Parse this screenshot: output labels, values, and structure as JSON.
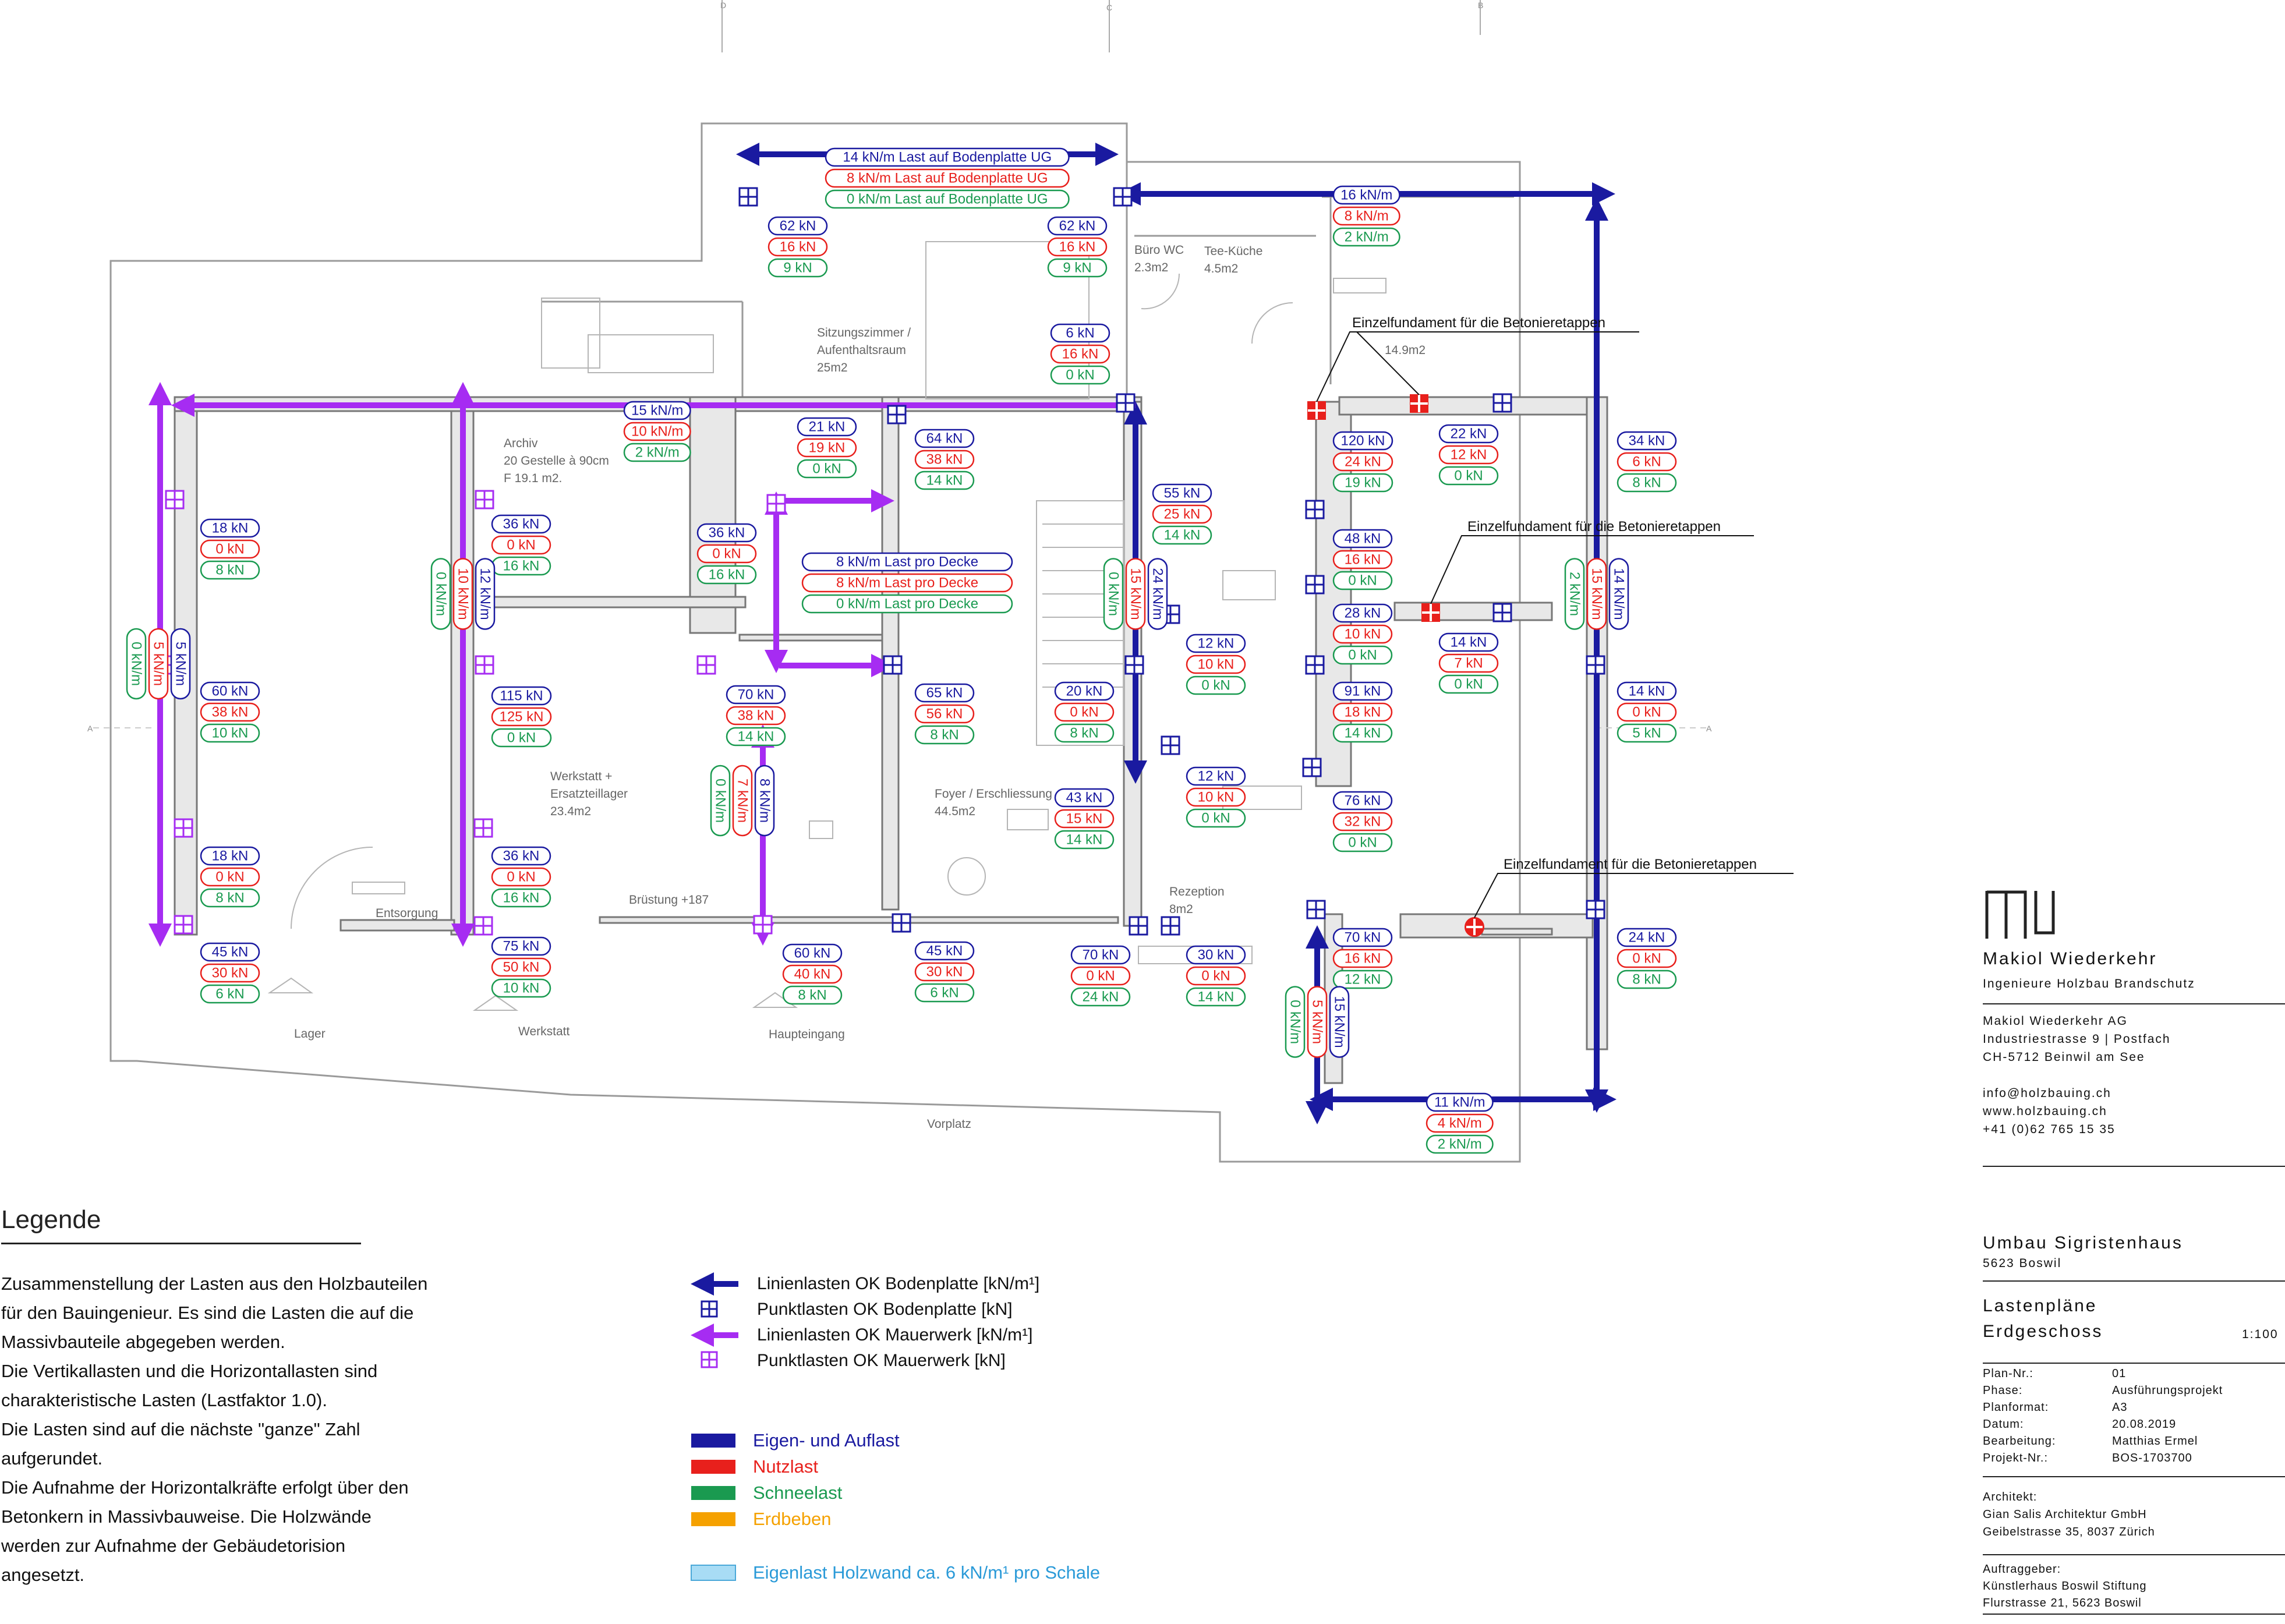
{
  "colors": {
    "dead": "#1a1aa0",
    "live": "#e8201c",
    "snow": "#1a9a50",
    "quake": "#f5a100",
    "masonry": "#a62cf2",
    "wood": "#a8dcf5"
  },
  "dims": {
    "A_left": "A",
    "A_right": "A",
    "B": "B",
    "C": "C",
    "D": "D"
  },
  "rooms": [
    {
      "id": "sitzung",
      "lines": [
        "Sitzungszimmer /",
        "Aufenthaltsraum",
        "25m2"
      ]
    },
    {
      "id": "archiv",
      "lines": [
        "Archiv",
        "20 Gestelle à 90cm",
        "F 19.1 m2."
      ]
    },
    {
      "id": "werkstatt-room",
      "lines": [
        "Werkstatt +",
        "Ersatzteillager",
        "23.4m2"
      ]
    },
    {
      "id": "foyer",
      "lines": [
        "Foyer / Erschliessung",
        "44.5m2"
      ]
    },
    {
      "id": "buero",
      "lines": [
        "Büro WC",
        "2.3m2"
      ]
    },
    {
      "id": "teekueche",
      "lines": [
        "Tee-Küche",
        "4.5m2"
      ]
    },
    {
      "id": "raum",
      "lines": [
        "14.9m2"
      ]
    },
    {
      "id": "rezeption",
      "lines": [
        "Rezeption",
        "8m2"
      ]
    },
    {
      "id": "entsorgung",
      "lines": [
        "Entsorgung"
      ]
    },
    {
      "id": "bruestung",
      "lines": [
        "Brüstung +187"
      ]
    },
    {
      "id": "lager",
      "lines": [
        "Lager"
      ]
    },
    {
      "id": "werkstatt",
      "lines": [
        "Werkstatt"
      ]
    },
    {
      "id": "haupteingang",
      "lines": [
        "Haupteingang"
      ]
    },
    {
      "id": "vorplatz",
      "lines": [
        "Vorplatz"
      ]
    }
  ],
  "label_sets": [
    {
      "id": "bp-ug",
      "wide": true,
      "values": [
        "14 kN/m Last auf Bodenplatte UG",
        "8 kN/m Last auf Bodenplatte UG",
        "0 kN/m Last auf Bodenplatte UG"
      ]
    },
    {
      "id": "decke",
      "wide": true,
      "values": [
        "8 kN/m Last pro Decke",
        "8 kN/m Last pro Decke",
        "0 kN/m Last pro Decke"
      ]
    },
    {
      "id": "p-62a",
      "values": [
        "62 kN",
        "16 kN",
        "9 kN"
      ]
    },
    {
      "id": "p-62b",
      "values": [
        "62 kN",
        "16 kN",
        "9 kN"
      ]
    },
    {
      "id": "l-16",
      "values": [
        "16 kN/m",
        "8 kN/m",
        "2 kN/m"
      ]
    },
    {
      "id": "p-6",
      "values": [
        "6 kN",
        "16 kN",
        "0 kN"
      ]
    },
    {
      "id": "l-15",
      "values": [
        "15 kN/m",
        "10 kN/m",
        "2 kN/m"
      ]
    },
    {
      "id": "p-21",
      "values": [
        "21 kN",
        "19 kN",
        "0 kN"
      ]
    },
    {
      "id": "p-64",
      "values": [
        "64 kN",
        "38 kN",
        "14 kN"
      ]
    },
    {
      "id": "p-120",
      "values": [
        "120 kN",
        "24 kN",
        "19 kN"
      ]
    },
    {
      "id": "p-22",
      "values": [
        "22 kN",
        "12 kN",
        "0 kN"
      ]
    },
    {
      "id": "p-34",
      "values": [
        "34 kN",
        "6 kN",
        "8 kN"
      ]
    },
    {
      "id": "p-18a",
      "values": [
        "18 kN",
        "0 kN",
        "8 kN"
      ]
    },
    {
      "id": "p-36a",
      "values": [
        "36 kN",
        "0 kN",
        "16 kN"
      ]
    },
    {
      "id": "p-36b",
      "values": [
        "36 kN",
        "0 kN",
        "16 kN"
      ]
    },
    {
      "id": "p-55",
      "values": [
        "55 kN",
        "25 kN",
        "14 kN"
      ]
    },
    {
      "id": "p-48",
      "values": [
        "48 kN",
        "16 kN",
        "0 kN"
      ]
    },
    {
      "id": "p-28",
      "values": [
        "28 kN",
        "10 kN",
        "0 kN"
      ]
    },
    {
      "id": "p-14a",
      "values": [
        "14 kN",
        "7 kN",
        "0 kN"
      ]
    },
    {
      "id": "p-12a",
      "values": [
        "12 kN",
        "10 kN",
        "0 kN"
      ]
    },
    {
      "id": "p-60a",
      "values": [
        "60 kN",
        "38 kN",
        "10 kN"
      ]
    },
    {
      "id": "p-115",
      "values": [
        "115 kN",
        "125 kN",
        "0 kN"
      ]
    },
    {
      "id": "p-70a",
      "values": [
        "70 kN",
        "38 kN",
        "14 kN"
      ]
    },
    {
      "id": "p-65",
      "values": [
        "65 kN",
        "56 kN",
        "8 kN"
      ]
    },
    {
      "id": "p-20",
      "values": [
        "20 kN",
        "0 kN",
        "8 kN"
      ]
    },
    {
      "id": "p-91",
      "values": [
        "91 kN",
        "18 kN",
        "14 kN"
      ]
    },
    {
      "id": "p-14b",
      "values": [
        "14 kN",
        "0 kN",
        "5 kN"
      ]
    },
    {
      "id": "p-12b",
      "values": [
        "12 kN",
        "10 kN",
        "0 kN"
      ]
    },
    {
      "id": "p-43",
      "values": [
        "43 kN",
        "15 kN",
        "14 kN"
      ]
    },
    {
      "id": "p-76",
      "values": [
        "76 kN",
        "32 kN",
        "0 kN"
      ]
    },
    {
      "id": "p-18b",
      "values": [
        "18 kN",
        "0 kN",
        "8 kN"
      ]
    },
    {
      "id": "p-36c",
      "values": [
        "36 kN",
        "0 kN",
        "16 kN"
      ]
    },
    {
      "id": "p-45a",
      "values": [
        "45 kN",
        "30 kN",
        "6 kN"
      ]
    },
    {
      "id": "p-75",
      "values": [
        "75 kN",
        "50 kN",
        "10 kN"
      ]
    },
    {
      "id": "p-60b",
      "values": [
        "60 kN",
        "40 kN",
        "8 kN"
      ]
    },
    {
      "id": "p-45b",
      "values": [
        "45 kN",
        "30 kN",
        "6 kN"
      ]
    },
    {
      "id": "p-70b",
      "values": [
        "70 kN",
        "0 kN",
        "24 kN"
      ]
    },
    {
      "id": "p-30",
      "values": [
        "30 kN",
        "0 kN",
        "14 kN"
      ]
    },
    {
      "id": "p-70c",
      "values": [
        "70 kN",
        "16 kN",
        "12 kN"
      ]
    },
    {
      "id": "p-24",
      "values": [
        "24 kN",
        "0 kN",
        "8 kN"
      ]
    },
    {
      "id": "l-11",
      "values": [
        "11 kN/m",
        "4 kN/m",
        "2 kN/m"
      ]
    },
    {
      "id": "v-5",
      "vertical": true,
      "values": [
        "5 kN/m",
        "5 kN/m",
        "0 kN/m"
      ]
    },
    {
      "id": "v-12",
      "vertical": true,
      "values": [
        "12 kN/m",
        "10 kN/m",
        "0 kN/m"
      ]
    },
    {
      "id": "v-8",
      "vertical": true,
      "values": [
        "8 kN/m",
        "7 kN/m",
        "0 kN/m"
      ]
    },
    {
      "id": "v-24",
      "vertical": true,
      "values": [
        "24 kN/m",
        "15 kN/m",
        "0 kN/m"
      ]
    },
    {
      "id": "v-14",
      "vertical": true,
      "values": [
        "14 kN/m",
        "15 kN/m",
        "2 kN/m"
      ]
    },
    {
      "id": "v-15",
      "vertical": true,
      "values": [
        "15 kN/m",
        "5 kN/m",
        "0 kN/m"
      ]
    }
  ],
  "callout": "Einzelfundament für die Betonieretappen",
  "legend": {
    "title": "Legende",
    "paragraphs": [
      "Zusammenstellung der Lasten aus den Holzbauteilen für den Bauingenieur. Es sind die Lasten die auf die Massivbauteile abgegeben werden.",
      "Die Vertikallasten und die Horizontallasten sind charakteristische Lasten (Lastfaktor 1.0).",
      "Die Lasten sind auf die nächste \"ganze\" Zahl aufgerundet.",
      "Die Aufnahme der Horizontalkräfte erfolgt über den Betonkern in Massivbauweise. Die Holzwände werden zur Aufnahme der Gebäudetorision angesetzt."
    ],
    "keys": [
      "Linienlasten OK Bodenplatte [kN/m¹]",
      "Punktlasten OK Bodenplatte [kN]",
      "Linienlasten OK Mauerwerk [kN/m¹]",
      "Punktlasten OK Mauerwerk [kN]"
    ],
    "categories": [
      "Eigen- und Auflast",
      "Nutzlast",
      "Schneelast",
      "Erdbeben"
    ],
    "wood_note": "Eigenlast Holzwand ca. 6 kN/m¹ pro Schale"
  },
  "title_block": {
    "firm": "Makiol Wiederkehr",
    "firm_sub": "Ingenieure Holzbau Brandschutz",
    "address": [
      "Makiol Wiederkehr AG",
      "Industriestrasse 9 | Postfach",
      "CH-5712 Beinwil am See"
    ],
    "contact": [
      "info@holzbauing.ch",
      "www.holzbauing.ch",
      "+41 (0)62 765 15 35"
    ],
    "project": "Umbau Sigristenhaus",
    "project_place": "5623 Boswil",
    "plan_title": "Lastenpläne",
    "plan_sub": "Erdgeschoss",
    "scale": "1:100",
    "fields": [
      {
        "label": "Plan-Nr.:",
        "value": "01"
      },
      {
        "label": "Phase:",
        "value": "Ausführungsprojekt"
      },
      {
        "label": "Planformat:",
        "value": "A3"
      },
      {
        "label": "Datum:",
        "value": "20.08.2019"
      },
      {
        "label": "Bearbeitung:",
        "value": "Matthias Ermel"
      },
      {
        "label": "Projekt-Nr.:",
        "value": "BOS-1703700"
      }
    ],
    "architect_label": "Architekt:",
    "architect": [
      "Gian Salis Architektur GmbH",
      "Geibelstrasse 35, 8037 Zürich"
    ],
    "client_label": "Auftraggeber:",
    "client": [
      "Künstlerhaus Boswil Stiftung",
      "Flurstrasse 21, 5623 Boswil"
    ]
  }
}
